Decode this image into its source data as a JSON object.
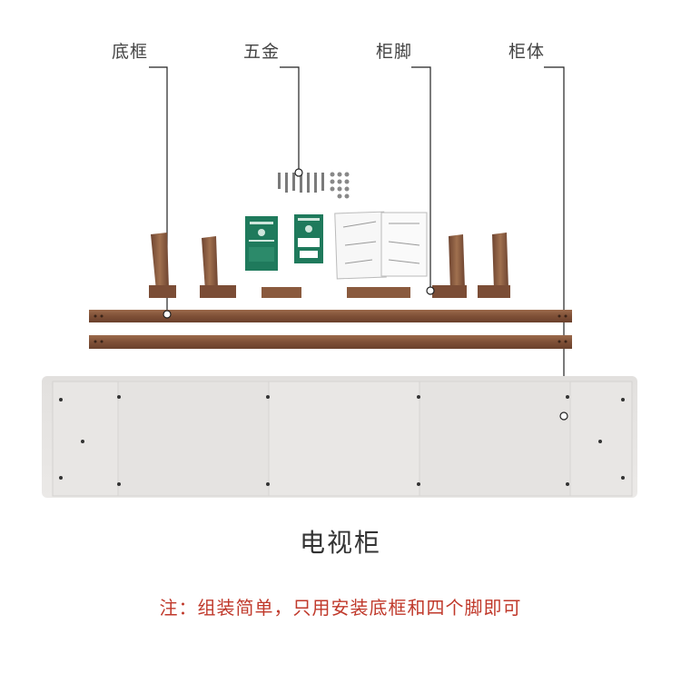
{
  "labels": {
    "frame": "底框",
    "hardware": "五金",
    "legs": "柜脚",
    "body": "柜体"
  },
  "caption": "电视柜",
  "note": "注：组装简单，只用安装底框和四个脚即可",
  "colors": {
    "wood": "#8a5a3e",
    "wood_dark": "#6e4430",
    "cabinet": "#e6e4e2",
    "note_red": "#c0392b",
    "manual_green": "#1f7a5c"
  }
}
